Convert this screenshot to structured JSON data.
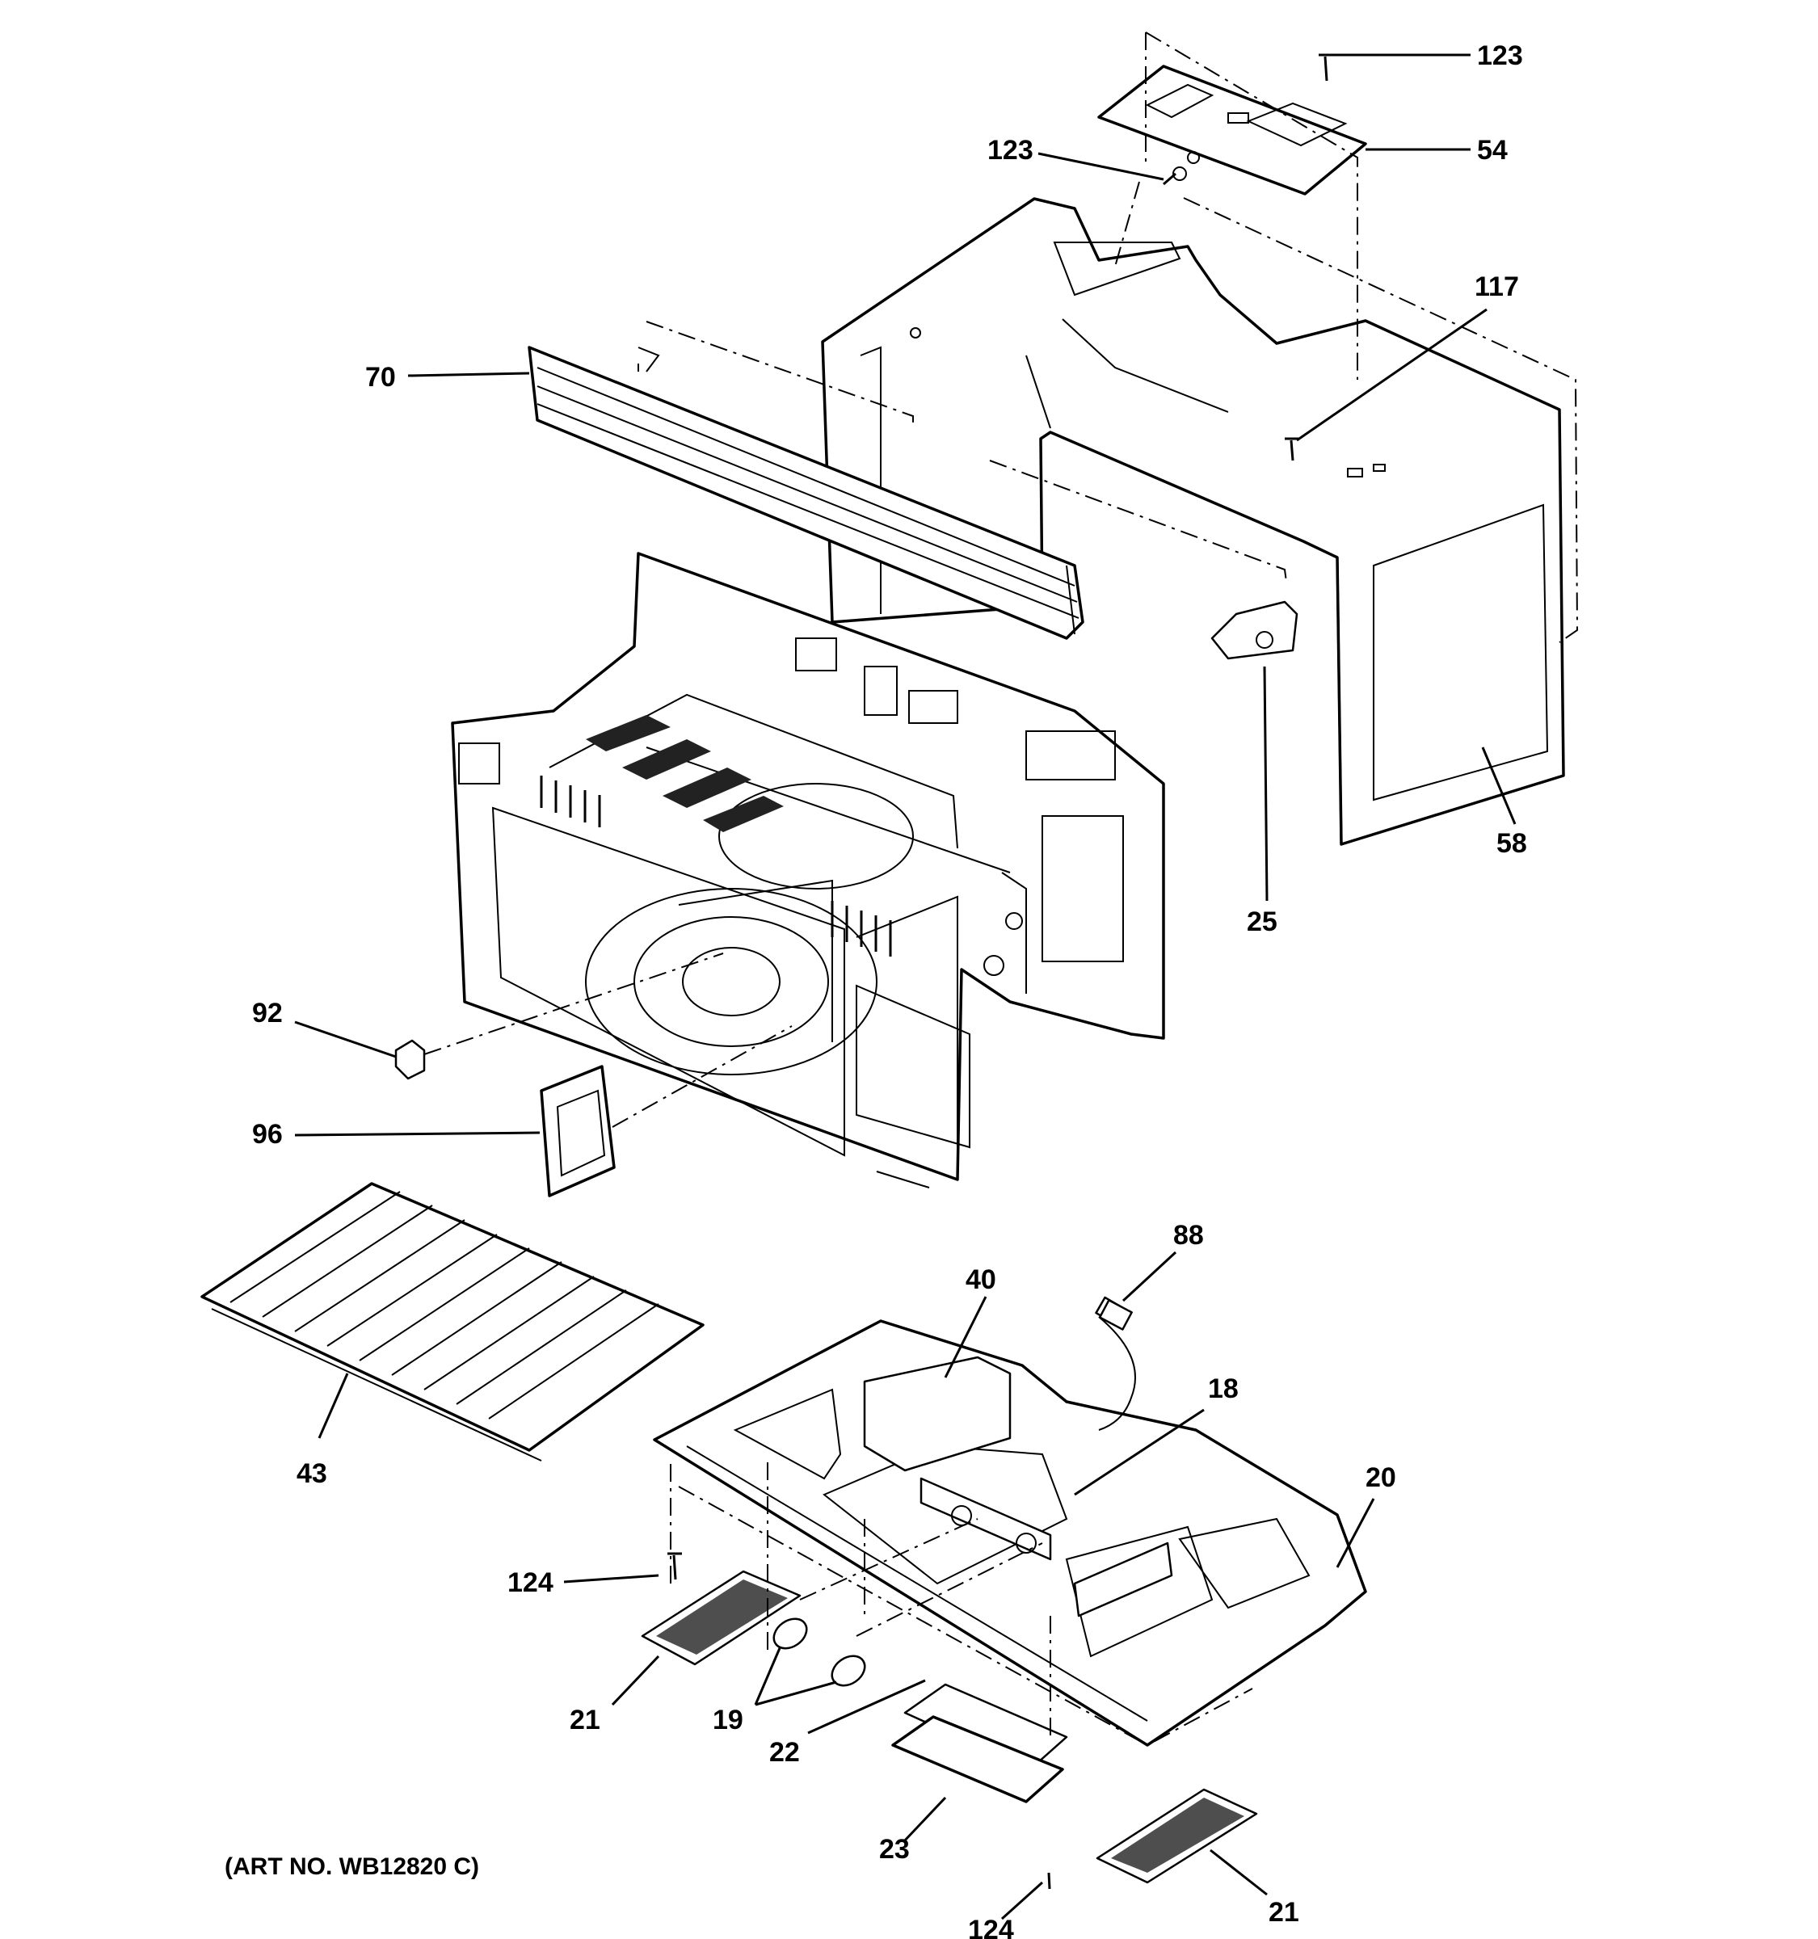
{
  "diagram": {
    "caption": "(ART NO. WB12820 C)",
    "callouts": {
      "c123a": "123",
      "c54": "54",
      "c123b": "123",
      "c117": "117",
      "c70": "70",
      "c58": "58",
      "c25": "25",
      "c92": "92",
      "c96": "96",
      "c88": "88",
      "c40": "40",
      "c18": "18",
      "c43": "43",
      "c20": "20",
      "c124a": "124",
      "c21a": "21",
      "c19": "19",
      "c22": "22",
      "c23": "23",
      "c124b": "124",
      "c21b": "21"
    }
  }
}
